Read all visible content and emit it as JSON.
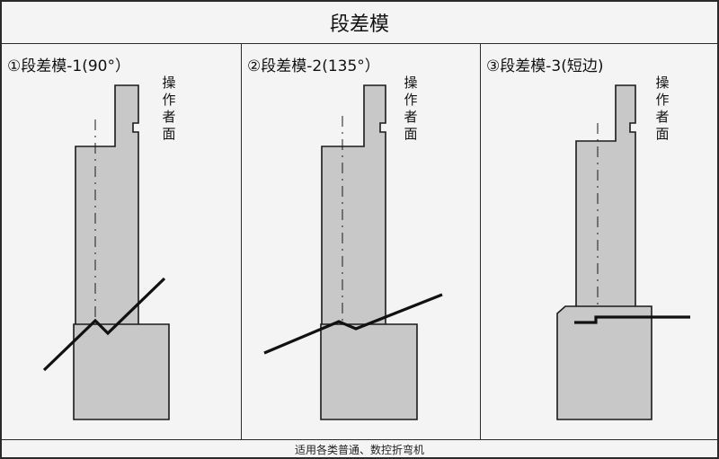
{
  "title": "段差模",
  "panels": [
    {
      "label": "①段差模-1(90°）",
      "side_label": "操作者面"
    },
    {
      "label": "②段差模-2(135°）",
      "side_label": "操作者面"
    },
    {
      "label": "③段差模-3(短边)",
      "side_label": "操作者面"
    }
  ],
  "footer": "适用各类普通、数控折弯机",
  "colors": {
    "die_fill": "#c8c8c8",
    "outline": "#1a1a1a",
    "background": "#f4f4f4"
  }
}
